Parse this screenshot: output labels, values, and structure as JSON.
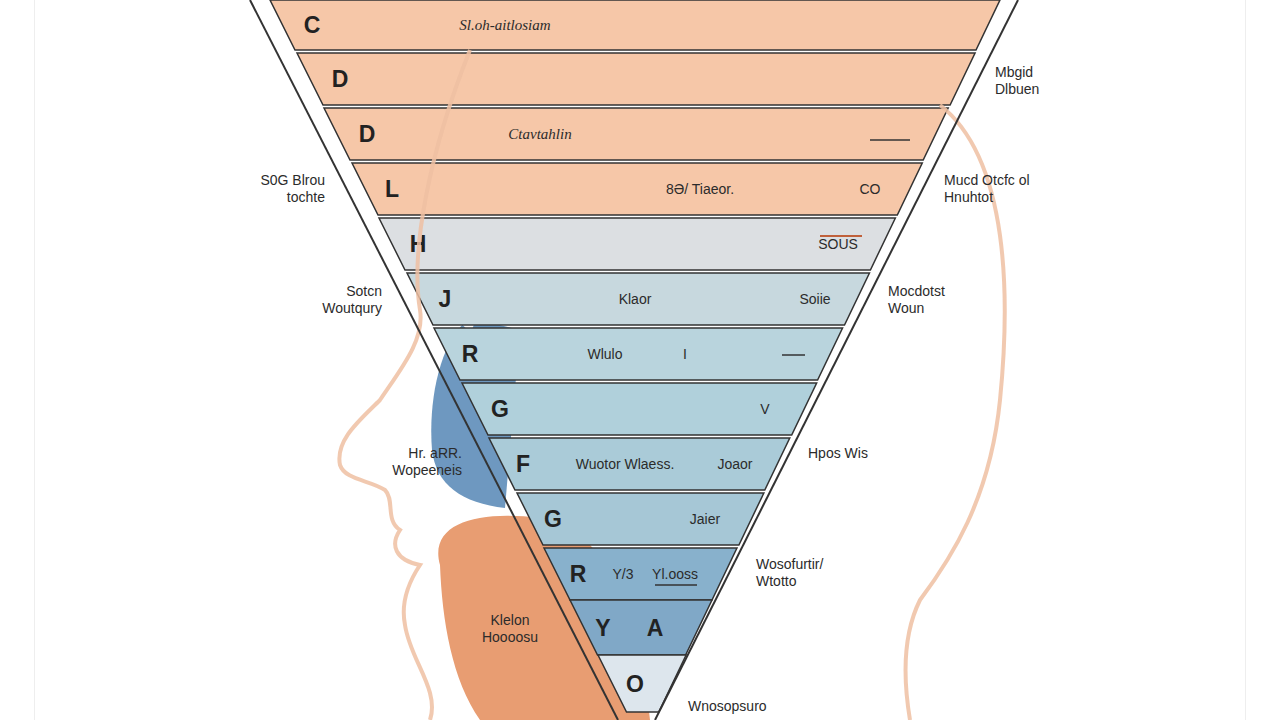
{
  "diagram": {
    "nodes": [
      {
        "text": [
          "C",
          "Sl.oh-aitlosiam"
        ]
      },
      {
        "text": [
          "D"
        ]
      },
      {
        "text": [
          "D",
          "Ctavtahlin"
        ]
      },
      {
        "text": [
          "L",
          "8Ə/ Tiaeor.",
          "CO"
        ]
      },
      {
        "text": [
          "H",
          "SOUS"
        ]
      },
      {
        "text": [
          "J",
          "Klaor",
          "Soiie"
        ]
      },
      {
        "text": [
          "R",
          "Wlulo",
          "I"
        ]
      },
      {
        "text": [
          "G",
          "V"
        ]
      },
      {
        "text": [
          "F",
          "Wuotor Wlaess.",
          "Joaor"
        ]
      },
      {
        "text": [
          "G",
          "Jaier"
        ]
      },
      {
        "text": [
          "R",
          "Y/3",
          "Yl.ooss"
        ]
      },
      {
        "text": [
          "Y",
          "A"
        ]
      },
      {
        "text": [
          "O"
        ]
      }
    ],
    "labels": [
      "S0G Blrou tochte",
      "Sotcn Woutqury",
      "Hr. aRR. Wopeeneis",
      "Klelon Hoooosu",
      "Mbgid Dlbuen",
      "Mucd Otcfc ol Hnuhtot",
      "Mocdotst Woun",
      "Hpos Wis",
      "Wosofurtir/ Wtotto",
      "Wnosopsuro"
    ]
  }
}
